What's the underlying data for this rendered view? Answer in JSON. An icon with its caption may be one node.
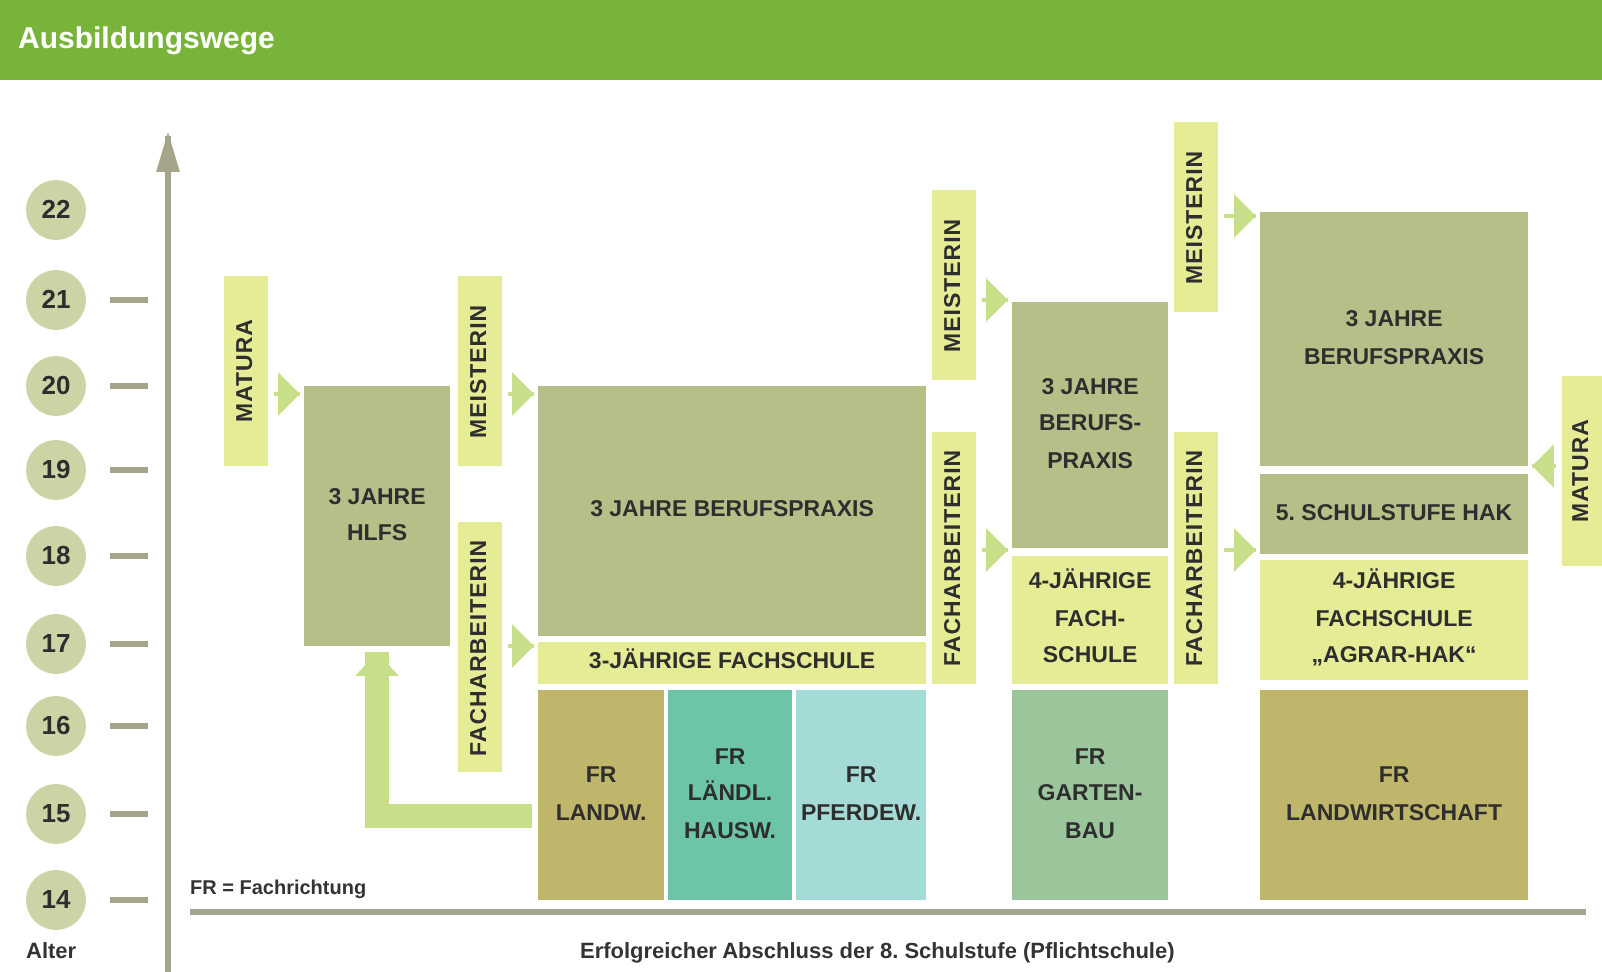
{
  "diagram": {
    "title": "Ausbildungswege",
    "nodes": [
      {
        "text": [
          "22"
        ]
      },
      {
        "text": [
          "21"
        ]
      },
      {
        "text": [
          "20"
        ]
      },
      {
        "text": [
          "19"
        ]
      },
      {
        "text": [
          "18"
        ]
      },
      {
        "text": [
          "17"
        ]
      },
      {
        "text": [
          "16"
        ]
      },
      {
        "text": [
          "15"
        ]
      },
      {
        "text": [
          "14"
        ]
      },
      {
        "text": [
          "MATURA"
        ]
      },
      {
        "text": [
          "3 JAHRE HLFS"
        ]
      },
      {
        "text": [
          "MEISTERIN"
        ]
      },
      {
        "text": [
          "FACHARBEITERIN"
        ]
      },
      {
        "text": [
          "3 JAHRE BERUFSPRAXIS"
        ]
      },
      {
        "text": [
          "3-JÄHRIGE FACHSCHULE"
        ]
      },
      {
        "text": [
          "FR LANDW."
        ]
      },
      {
        "text": [
          "FR LÄNDL. HAUSW."
        ]
      },
      {
        "text": [
          "FR PFERDEW."
        ]
      },
      {
        "text": [
          "MEISTERIN"
        ]
      },
      {
        "text": [
          "FACHARBEITERIN"
        ]
      },
      {
        "text": [
          "3 JAHRE BERUFS- PRAXIS"
        ]
      },
      {
        "text": [
          "4-JÄHRIGE FACH- SCHULE"
        ]
      },
      {
        "text": [
          "FR GARTEN- BAU"
        ]
      },
      {
        "text": [
          "MEISTERIN"
        ]
      },
      {
        "text": [
          "FACHARBEITERIN"
        ]
      },
      {
        "text": [
          "3 JAHRE BERUFSPRAXIS"
        ]
      },
      {
        "text": [
          "5. SCHULSTUFE HAK"
        ]
      },
      {
        "text": [
          "4-JÄHRIGE FACHSCHULE „AGRAR-HAK“"
        ]
      },
      {
        "text": [
          "FR LANDWIRTSCHAFT"
        ]
      },
      {
        "text": [
          "MATURA"
        ]
      }
    ],
    "edges": [
      {
        "from": 9,
        "to": 10,
        "arrow": "to"
      },
      {
        "from": 11,
        "to": 13,
        "arrow": "to"
      },
      {
        "from": 12,
        "to": 14,
        "arrow": "to"
      },
      {
        "from": 15,
        "to": 10,
        "arrow": "to",
        "style": "thick"
      },
      {
        "from": 18,
        "to": 20,
        "arrow": "to"
      },
      {
        "from": 19,
        "to": 21,
        "arrow": "to"
      },
      {
        "from": 23,
        "to": 25,
        "arrow": "to"
      },
      {
        "from": 24,
        "to": 27,
        "arrow": "to"
      },
      {
        "from": 29,
        "to": 26,
        "arrow": "to"
      }
    ],
    "labels": [
      "FR = Fachrichtung",
      "Alter",
      "Erfolgreicher Abschluss der 8. Schulstufe (Pflichtschule)"
    ]
  }
}
